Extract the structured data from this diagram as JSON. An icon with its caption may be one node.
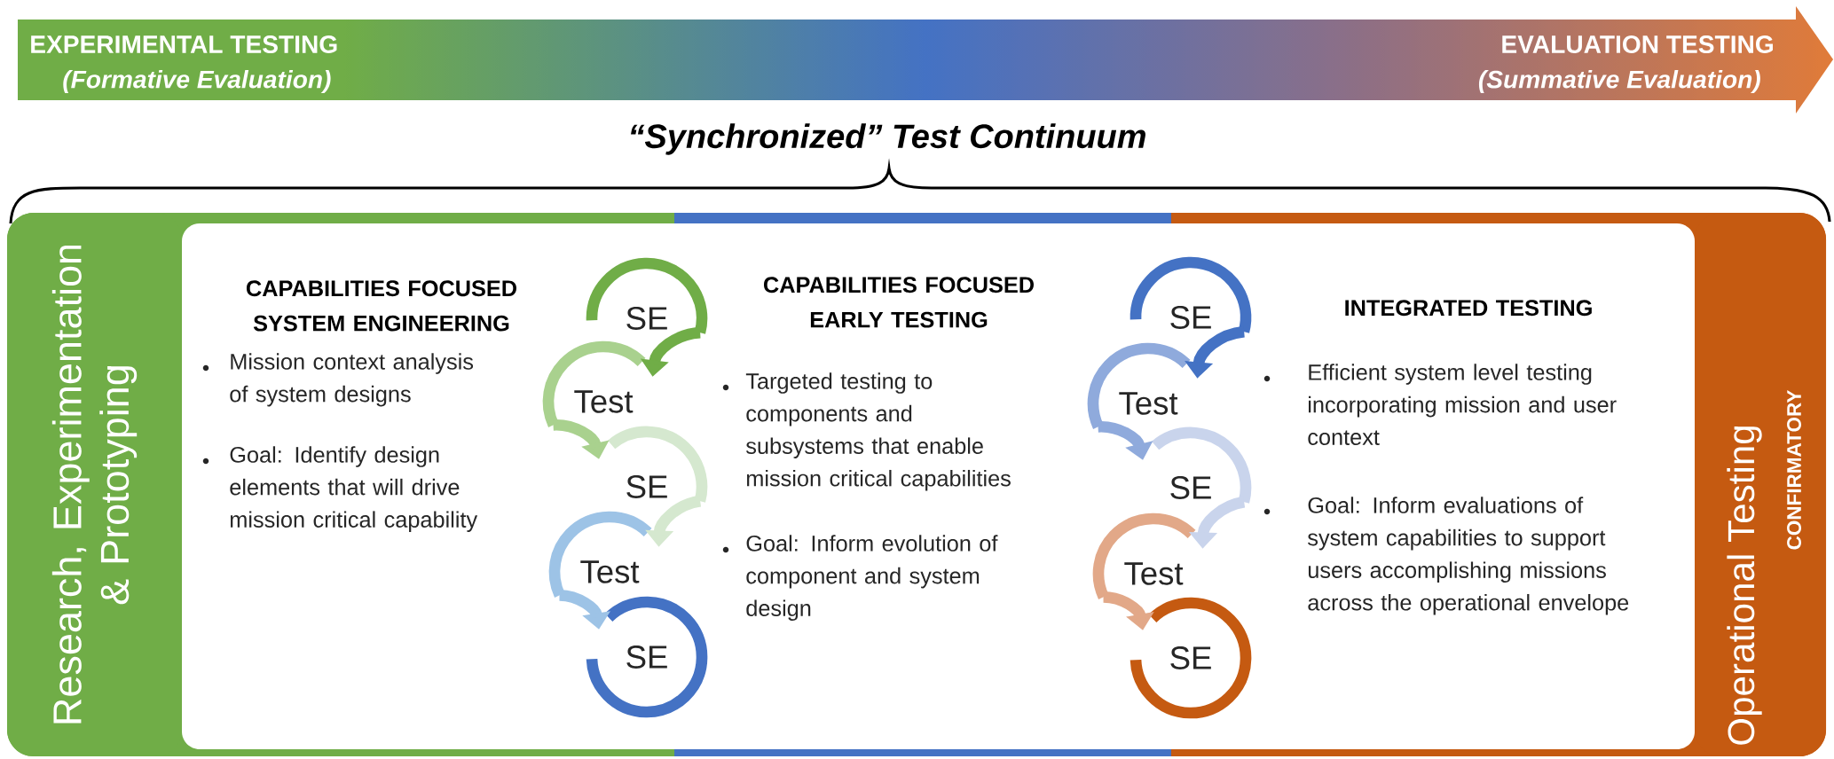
{
  "diagram": {
    "title": "“Synchronized” Test Continuum",
    "nodes": [
      {
        "text": [
          "EXPERIMENTAL TESTING",
          "(Formative Evaluation)",
          "EVALUATION TESTING",
          "(Summative Evaluation)"
        ]
      },
      {
        "text": [
          "Research, Experimentation & Prototyping"
        ]
      },
      {
        "text": [
          "Operational Testing",
          "CONFIRMATORY"
        ]
      },
      {
        "text": [
          "SE"
        ]
      },
      {
        "text": [
          "Test"
        ]
      },
      {
        "text": [
          "SE"
        ]
      },
      {
        "text": [
          "Test"
        ]
      },
      {
        "text": [
          "SE"
        ]
      },
      {
        "text": [
          "SE"
        ]
      },
      {
        "text": [
          "Test"
        ]
      },
      {
        "text": [
          "SE"
        ]
      },
      {
        "text": [
          "Test"
        ]
      },
      {
        "text": [
          "SE"
        ]
      }
    ],
    "edges": [
      {
        "from": 3,
        "to": 4,
        "arrow": "to",
        "color": "#70ad47"
      },
      {
        "from": 4,
        "to": 5,
        "arrow": "to",
        "color": "#a9d18e"
      },
      {
        "from": 5,
        "to": 6,
        "arrow": "to",
        "color": "#d5e8cf"
      },
      {
        "from": 6,
        "to": 7,
        "arrow": "to",
        "color": "#9dc3e6"
      },
      {
        "from": 8,
        "to": 9,
        "arrow": "to",
        "color": "#4472c4"
      },
      {
        "from": 9,
        "to": 10,
        "arrow": "to",
        "color": "#8faadc"
      },
      {
        "from": 10,
        "to": 11,
        "arrow": "to",
        "color": "#c9d4ec"
      },
      {
        "from": 11,
        "to": 12,
        "arrow": "to",
        "color": "#e2a888"
      }
    ],
    "labels": [
      "CAPABILITIES FOCUSED SYSTEM ENGINEERING",
      "Mission context analysis of system designs",
      "Goal: Identify design elements that will drive mission critical capability",
      "CAPABILITIES FOCUSED EARLY TESTING",
      "Targeted testing to components and subsystems that enable mission critical capabilities",
      "Goal: Inform evolution of component and system design",
      "INTEGRATED TESTING",
      "Efficient system level testing incorporating mission and user context",
      "Goal: Inform evaluations of system capabilities to support users accomplishing missions across the operational envelope"
    ]
  }
}
